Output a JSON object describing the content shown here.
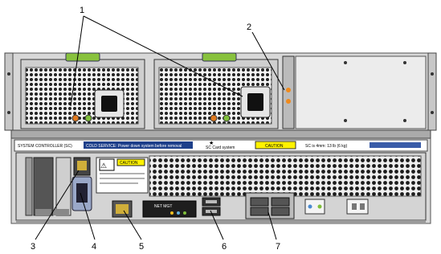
{
  "callouts": {
    "c1": "1",
    "c2": "2",
    "c3": "3",
    "c4": "4",
    "c5": "5",
    "c6": "6",
    "c7": "7"
  },
  "labels": {
    "system_controller": "SYSTEM CONTROLLER (SC)",
    "cold_service": "COLD SERVICE: Power down system before removal",
    "sc_card_note": "SC Card system",
    "caution": "CAUTION",
    "sc_weight": "SC is 4mm: 13 lb (6 kg)",
    "caution_small": "CAUTION",
    "netmgt": "NET MGT"
  }
}
